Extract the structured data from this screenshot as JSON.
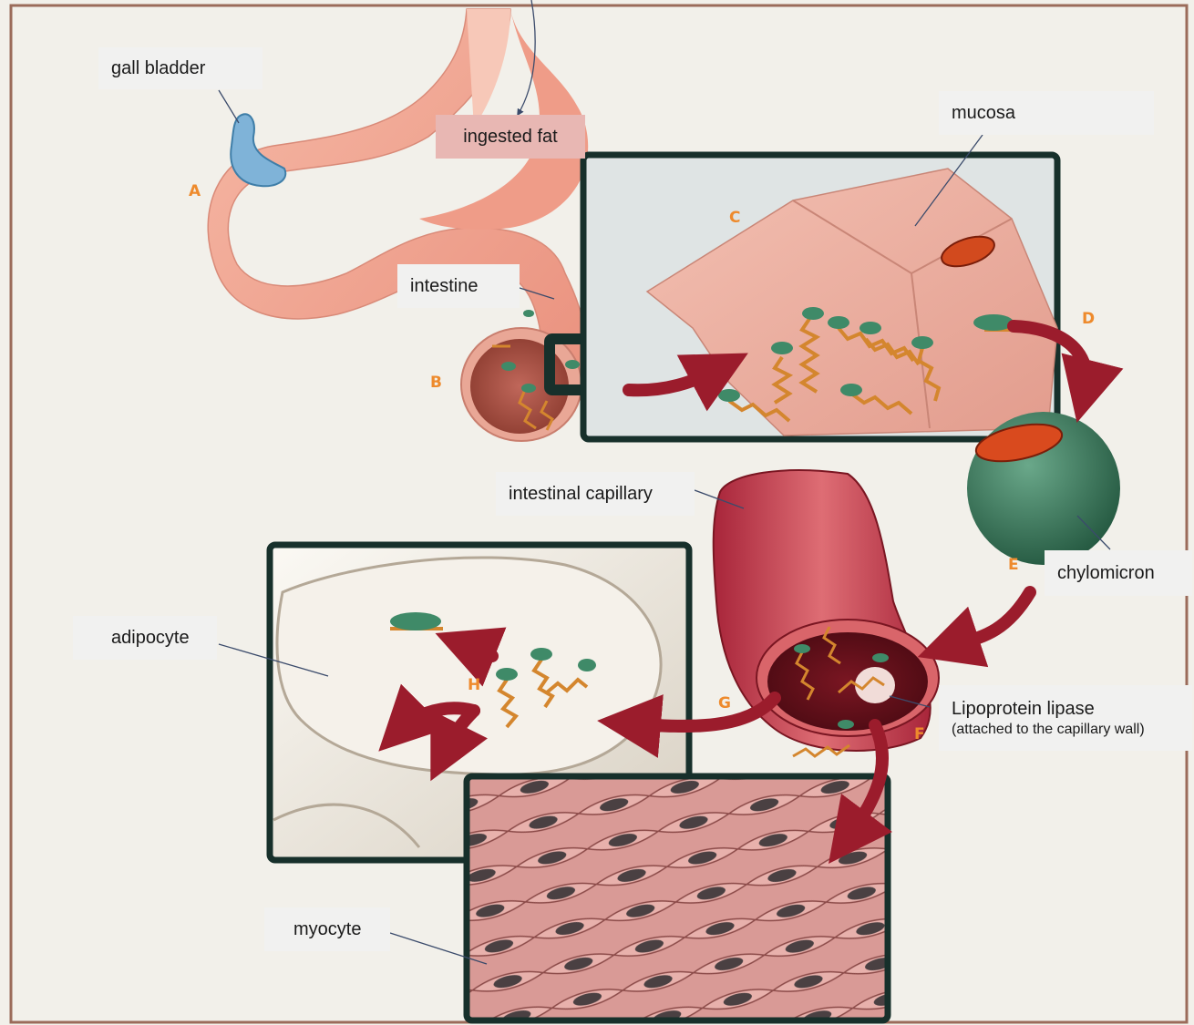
{
  "labels": {
    "gall_bladder": "gall bladder",
    "ingested_fat": "ingested fat",
    "mucosa": "mucosa",
    "intestine": "intestine",
    "intestinal_capillary": "intestinal capillary",
    "chylomicron": "chylomicron",
    "adipocyte": "adipocyte",
    "lipoprotein_lipase": "Lipoprotein lipase",
    "lipoprotein_lipase_note": "(attached to the capillary wall)",
    "myocyte": "myocyte"
  },
  "letters": {
    "A": "A",
    "B": "B",
    "C": "C",
    "D": "D",
    "E": "E",
    "F": "F",
    "G": "G",
    "H": "H"
  },
  "colors": {
    "background": "#f2f0ea",
    "border": "#9b6b5a",
    "letter": "#ee8a2c",
    "arrow": "#9b1c2c",
    "panel_frame": "#17302b",
    "stomach": "#f0a58f",
    "chain": "#d4862e",
    "glycerol_head": "#3f8a68"
  }
}
